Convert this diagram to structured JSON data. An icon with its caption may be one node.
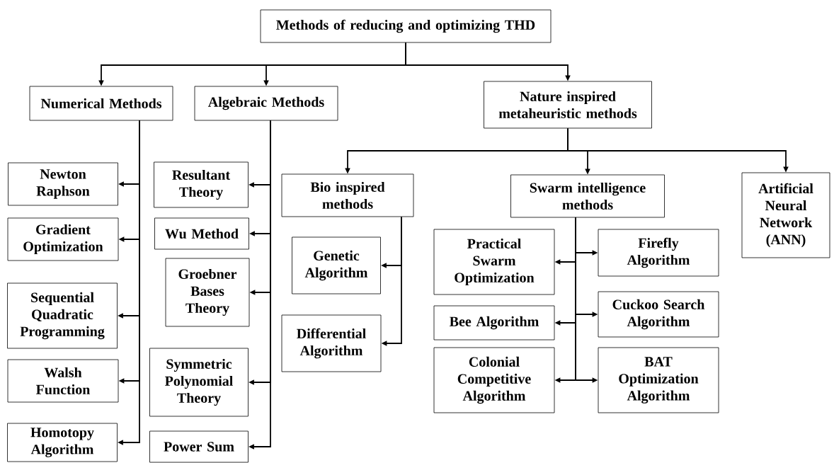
{
  "diagram": {
    "nodes": [
      {
        "text": [
          "Methods of reducing and optimizing THD"
        ]
      },
      {
        "text": [
          "Numerical Methods"
        ]
      },
      {
        "text": [
          "Algebraic Methods"
        ]
      },
      {
        "text": [
          "Nature inspired metaheuristic methods"
        ]
      },
      {
        "text": [
          "Newton Raphson"
        ]
      },
      {
        "text": [
          "Gradient Optimization"
        ]
      },
      {
        "text": [
          "Sequential Quadratic Programming"
        ]
      },
      {
        "text": [
          "Walsh Function"
        ]
      },
      {
        "text": [
          "Homotopy Algorithm"
        ]
      },
      {
        "text": [
          "Resultant Theory"
        ]
      },
      {
        "text": [
          "Wu Method"
        ]
      },
      {
        "text": [
          "Groebner Bases Theory"
        ]
      },
      {
        "text": [
          "Symmetric Polynomial Theory"
        ]
      },
      {
        "text": [
          "Power Sum"
        ]
      },
      {
        "text": [
          "Bio inspired methods"
        ]
      },
      {
        "text": [
          "Swarm intelligence methods"
        ]
      },
      {
        "text": [
          "Artificial Neural Network (ANN)"
        ]
      },
      {
        "text": [
          "Genetic Algorithm"
        ]
      },
      {
        "text": [
          "Differential Algorithm"
        ]
      },
      {
        "text": [
          "Practical Swarm Optimization"
        ]
      },
      {
        "text": [
          "Firefly Algorithm"
        ]
      },
      {
        "text": [
          "Bee Algorithm"
        ]
      },
      {
        "text": [
          "Cuckoo Search Algorithm"
        ]
      },
      {
        "text": [
          "Colonial Competitive Algorithm"
        ]
      },
      {
        "text": [
          "BAT Optimization Algorithm"
        ]
      }
    ],
    "edges": [
      {
        "from": 0,
        "to": 1,
        "arrow": "to"
      },
      {
        "from": 0,
        "to": 2,
        "arrow": "to"
      },
      {
        "from": 0,
        "to": 3,
        "arrow": "to"
      },
      {
        "from": 1,
        "to": 4,
        "arrow": "to"
      },
      {
        "from": 1,
        "to": 5,
        "arrow": "to"
      },
      {
        "from": 1,
        "to": 6,
        "arrow": "to"
      },
      {
        "from": 1,
        "to": 7,
        "arrow": "to"
      },
      {
        "from": 1,
        "to": 8,
        "arrow": "to"
      },
      {
        "from": 2,
        "to": 9,
        "arrow": "to"
      },
      {
        "from": 2,
        "to": 10,
        "arrow": "to"
      },
      {
        "from": 2,
        "to": 11,
        "arrow": "to"
      },
      {
        "from": 2,
        "to": 12,
        "arrow": "to"
      },
      {
        "from": 2,
        "to": 13,
        "arrow": "to"
      },
      {
        "from": 3,
        "to": 14,
        "arrow": "to"
      },
      {
        "from": 3,
        "to": 15,
        "arrow": "to"
      },
      {
        "from": 3,
        "to": 16,
        "arrow": "to"
      },
      {
        "from": 14,
        "to": 17,
        "arrow": "to"
      },
      {
        "from": 14,
        "to": 18,
        "arrow": "to"
      },
      {
        "from": 15,
        "to": 19,
        "arrow": "to"
      },
      {
        "from": 15,
        "to": 20,
        "arrow": "to"
      },
      {
        "from": 15,
        "to": 21,
        "arrow": "to"
      },
      {
        "from": 15,
        "to": 22,
        "arrow": "to"
      },
      {
        "from": 15,
        "to": 23,
        "arrow": "to"
      },
      {
        "from": 15,
        "to": 24,
        "arrow": "to"
      }
    ]
  }
}
